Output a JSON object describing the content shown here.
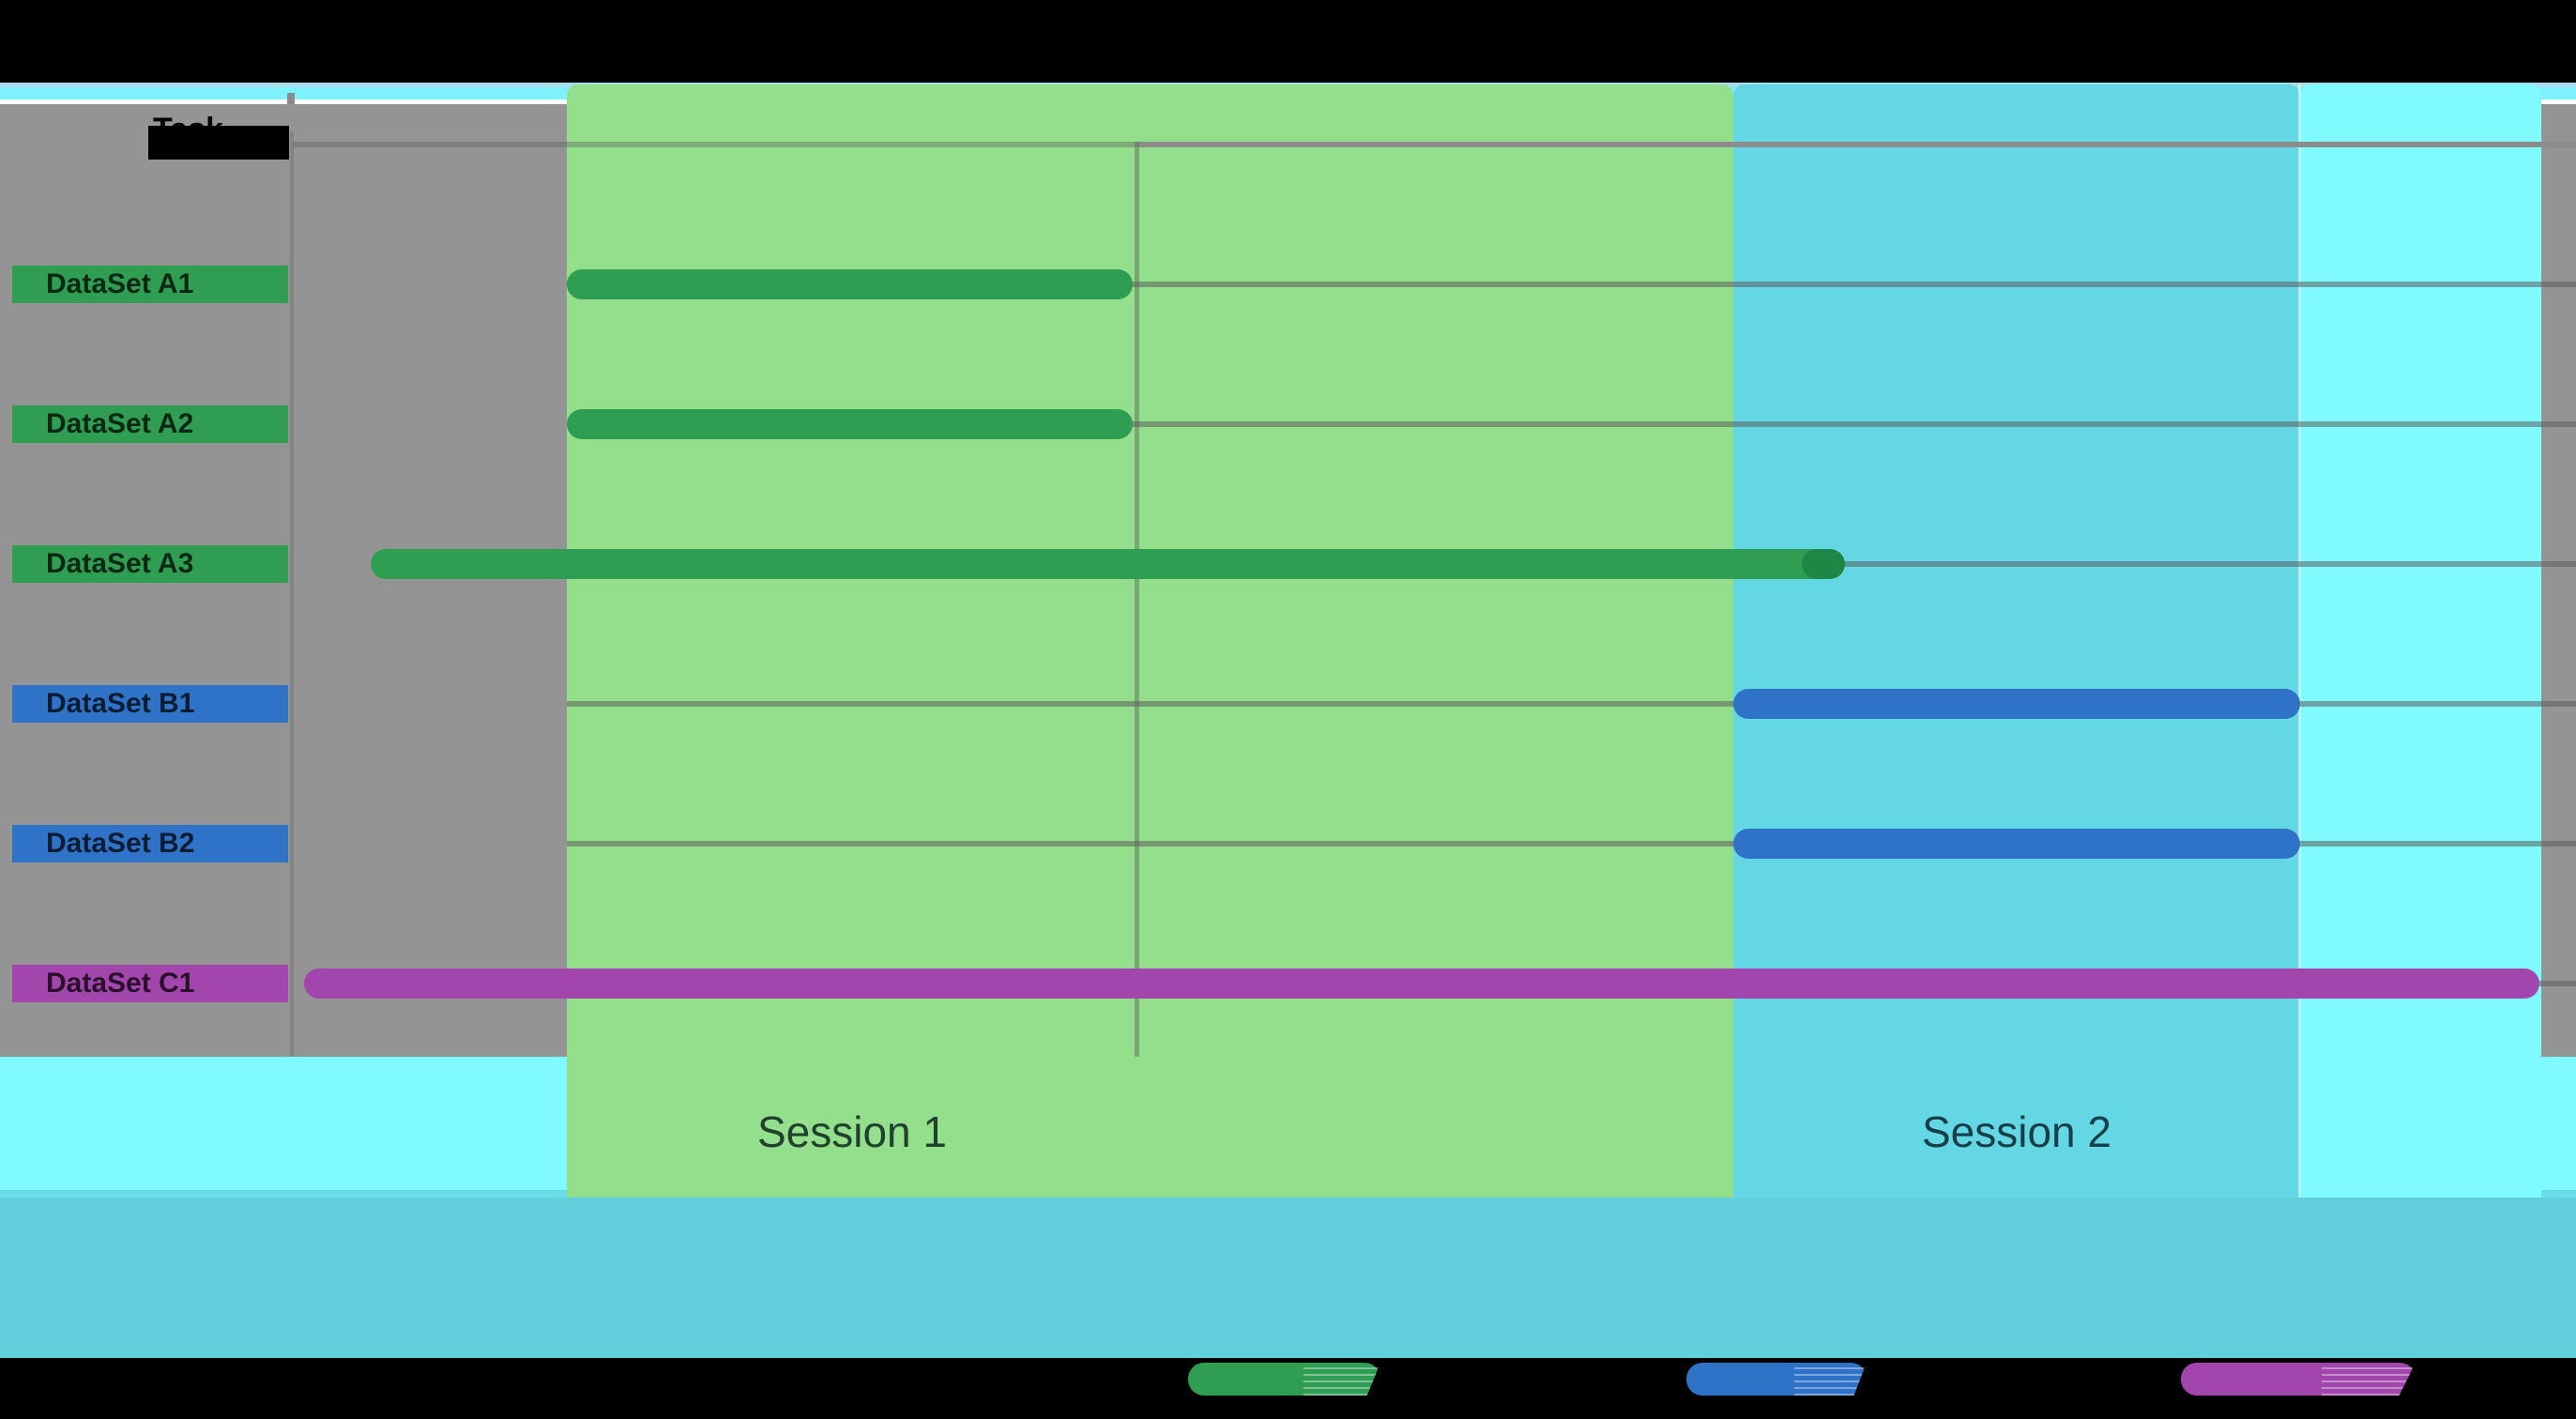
{
  "chart_data": {
    "type": "gantt",
    "title": "",
    "task_column_header": "Task",
    "header_obscured": true,
    "axis": {
      "x_tick_labels_visible": false,
      "y_axis": "tasks",
      "grid": true
    },
    "rows": [
      {
        "label": "DataSet A1",
        "color": "#2F9E52",
        "start_pct": 12.0,
        "end_pct": 36.8
      },
      {
        "label": "DataSet A2",
        "color": "#2F9E52",
        "start_pct": 12.0,
        "end_pct": 36.8
      },
      {
        "label": "DataSet A3",
        "color": "#2F9E52",
        "start_pct": 3.4,
        "end_pct": 67.9,
        "end_cap_color": "#1F8746"
      },
      {
        "label": "DataSet B1",
        "color": "#2E73C8",
        "start_pct": 63.1,
        "end_pct": 87.9
      },
      {
        "label": "DataSet B2",
        "color": "#2E73C8",
        "start_pct": 63.1,
        "end_pct": 87.9
      },
      {
        "label": "DataSet C1",
        "color": "#A245AC",
        "start_pct": 0.5,
        "end_pct": 98.4
      }
    ],
    "columns": [
      {
        "label": "Session 1",
        "color": "#93DF8B",
        "start_pct": 12.0,
        "end_pct": 63.1
      },
      {
        "label": "Session 2",
        "color": "#63D8E4",
        "start_pct": 63.1,
        "end_pct": 87.9
      },
      {
        "label": "",
        "color": "#7FFAFF",
        "start_pct": 87.9,
        "end_pct": 98.5
      }
    ],
    "legend": [
      {
        "swatch_color": "#2F9E52",
        "label": ""
      },
      {
        "swatch_color": "#2E73C8",
        "label": ""
      },
      {
        "swatch_color": "#A245AC",
        "label": ""
      }
    ]
  },
  "colors": {
    "page_background": "#000000",
    "plot_background": "#949494",
    "bottom_panel": "#7FFAFF",
    "bottom_stripe": "#6ADCE7",
    "footer_band": "#61CFDC",
    "top_stripe_light": "#A6DEEA",
    "top_stripe_bright": "#7DF2FD",
    "gridline": "#8C8C8C"
  }
}
